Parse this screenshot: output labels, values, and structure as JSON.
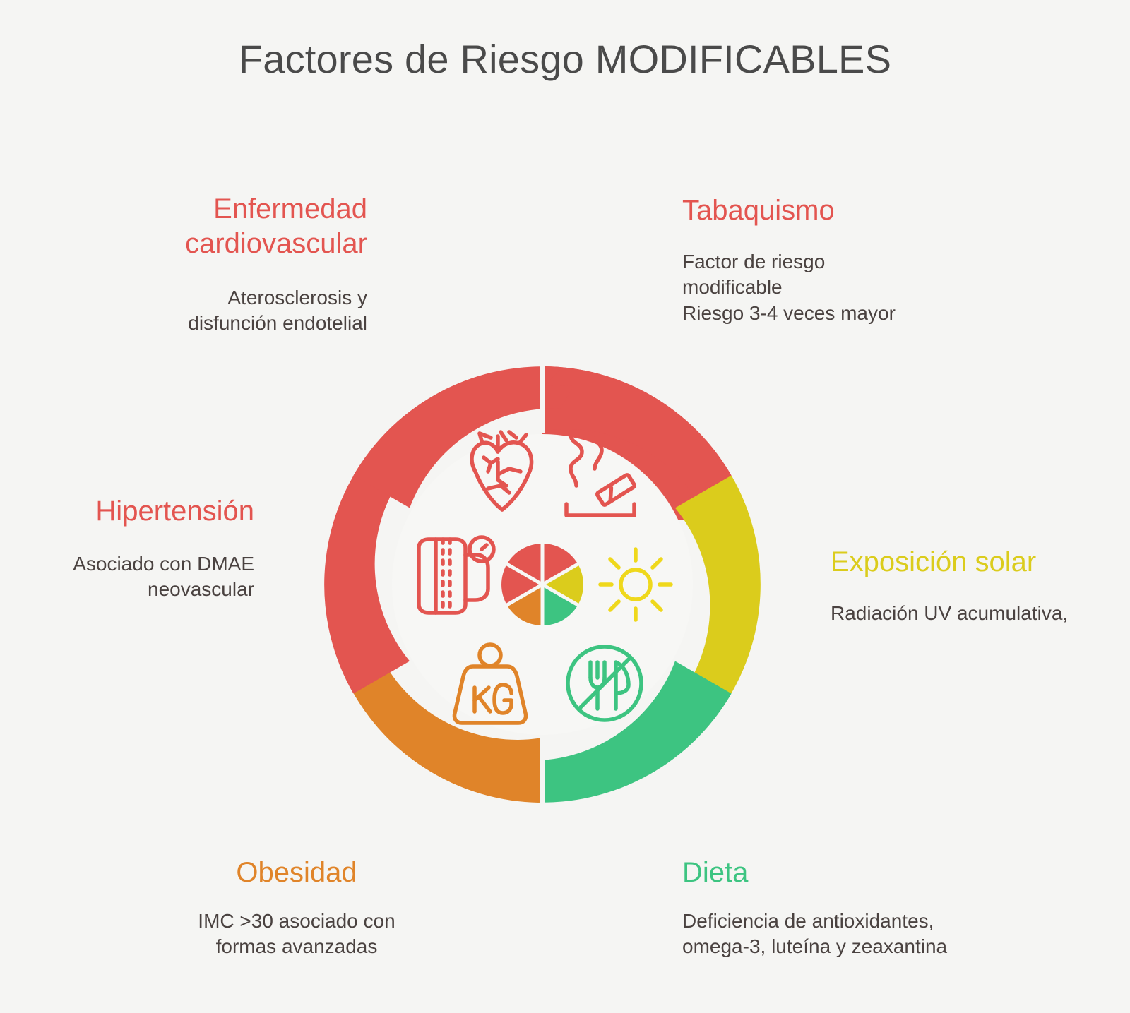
{
  "page": {
    "title": "Factores de Riesgo MODIFICABLES",
    "background_color": "#f5f5f3",
    "title_color": "#4a4a4a",
    "body_text_color": "#4a4240"
  },
  "palette": {
    "red": "#E35550",
    "yellow": "#DBCC1C",
    "green": "#3DC481",
    "orange": "#E08429",
    "white": "#ffffff"
  },
  "chart_data": {
    "type": "pie",
    "title": "Factores de Riesgo MODIFICABLES",
    "subtitle": "",
    "legend_position": "around",
    "note": "Ring of six equal arrow segments (60 degrees each) plus a central six-slice hub pie; each segment maps to one modifiable risk factor.",
    "categories": [
      "Tabaquismo",
      "Exposicion solar",
      "Dieta",
      "Obesidad",
      "Hipertension",
      "Enfermedad cardiovascular"
    ],
    "values": [
      60,
      60,
      60,
      60,
      60,
      60
    ],
    "units": "degrees",
    "colors": [
      "#E35550",
      "#DBCC1C",
      "#3DC481",
      "#E08429",
      "#E35550",
      "#E35550"
    ],
    "hub_slices": [
      {
        "position": "top-right",
        "color": "#E35550"
      },
      {
        "position": "right",
        "color": "#DBCC1C"
      },
      {
        "position": "bottom-right",
        "color": "#3DC481"
      },
      {
        "position": "bottom-left",
        "color": "#E08429"
      },
      {
        "position": "left",
        "color": "#E35550"
      },
      {
        "position": "top-left",
        "color": "#E35550"
      }
    ]
  },
  "wheel": {
    "segments": [
      {
        "id": "tabaquismo",
        "label": "Tabaquismo",
        "color": "#E35550",
        "icon": "cigarette-icon",
        "start_deg": 0,
        "end_deg": 60
      },
      {
        "id": "exposicion",
        "label": "Exposición solar",
        "color": "#DBCC1C",
        "icon": "sun-icon",
        "start_deg": 60,
        "end_deg": 120
      },
      {
        "id": "dieta",
        "label": "Dieta",
        "color": "#3DC481",
        "icon": "no-food-icon",
        "start_deg": 120,
        "end_deg": 180
      },
      {
        "id": "obesidad",
        "label": "Obesidad",
        "color": "#E08429",
        "icon": "weight-kg-icon",
        "start_deg": 180,
        "end_deg": 240
      },
      {
        "id": "hipertension",
        "label": "Hipertensión",
        "color": "#E35550",
        "icon": "blood-pressure-icon",
        "start_deg": 240,
        "end_deg": 300
      },
      {
        "id": "cardiovascular",
        "label": "Enfermedad cardiovascular",
        "color": "#E35550",
        "icon": "heart-anatomy-icon",
        "start_deg": 300,
        "end_deg": 360
      }
    ],
    "icons": {
      "heart": "heart-anatomy-icon",
      "cigarette": "cigarette-icon",
      "blood_pressure": "blood-pressure-icon",
      "sun": "sun-icon",
      "weight": "weight-kg-icon",
      "no_food": "no-food-icon",
      "hub": "hub-pie-icon"
    }
  },
  "callouts": {
    "cardiovascular": {
      "title": "Enfermedad\ncardiovascular",
      "body": "Aterosclerosis y\ndisfunción endotelial",
      "color": "#E35550"
    },
    "tabaquismo": {
      "title": "Tabaquismo",
      "body": "Factor de riesgo\nmodificable\nRiesgo 3-4 veces mayor",
      "color": "#E35550"
    },
    "hipertension": {
      "title": "Hipertensión",
      "body": "Asociado con DMAE\nneovascular",
      "color": "#E35550"
    },
    "exposicion": {
      "title": "Exposición solar",
      "body": "Radiación UV acumulativa,",
      "color": "#DBCC1C"
    },
    "obesidad": {
      "title": "Obesidad",
      "body": "IMC >30 asociado con\nformas avanzadas",
      "color": "#E08429"
    },
    "dieta": {
      "title": "Dieta",
      "body": "Deficiencia de antioxidantes,\nomega-3, luteína y zeaxantina",
      "color": "#3DC481"
    }
  }
}
